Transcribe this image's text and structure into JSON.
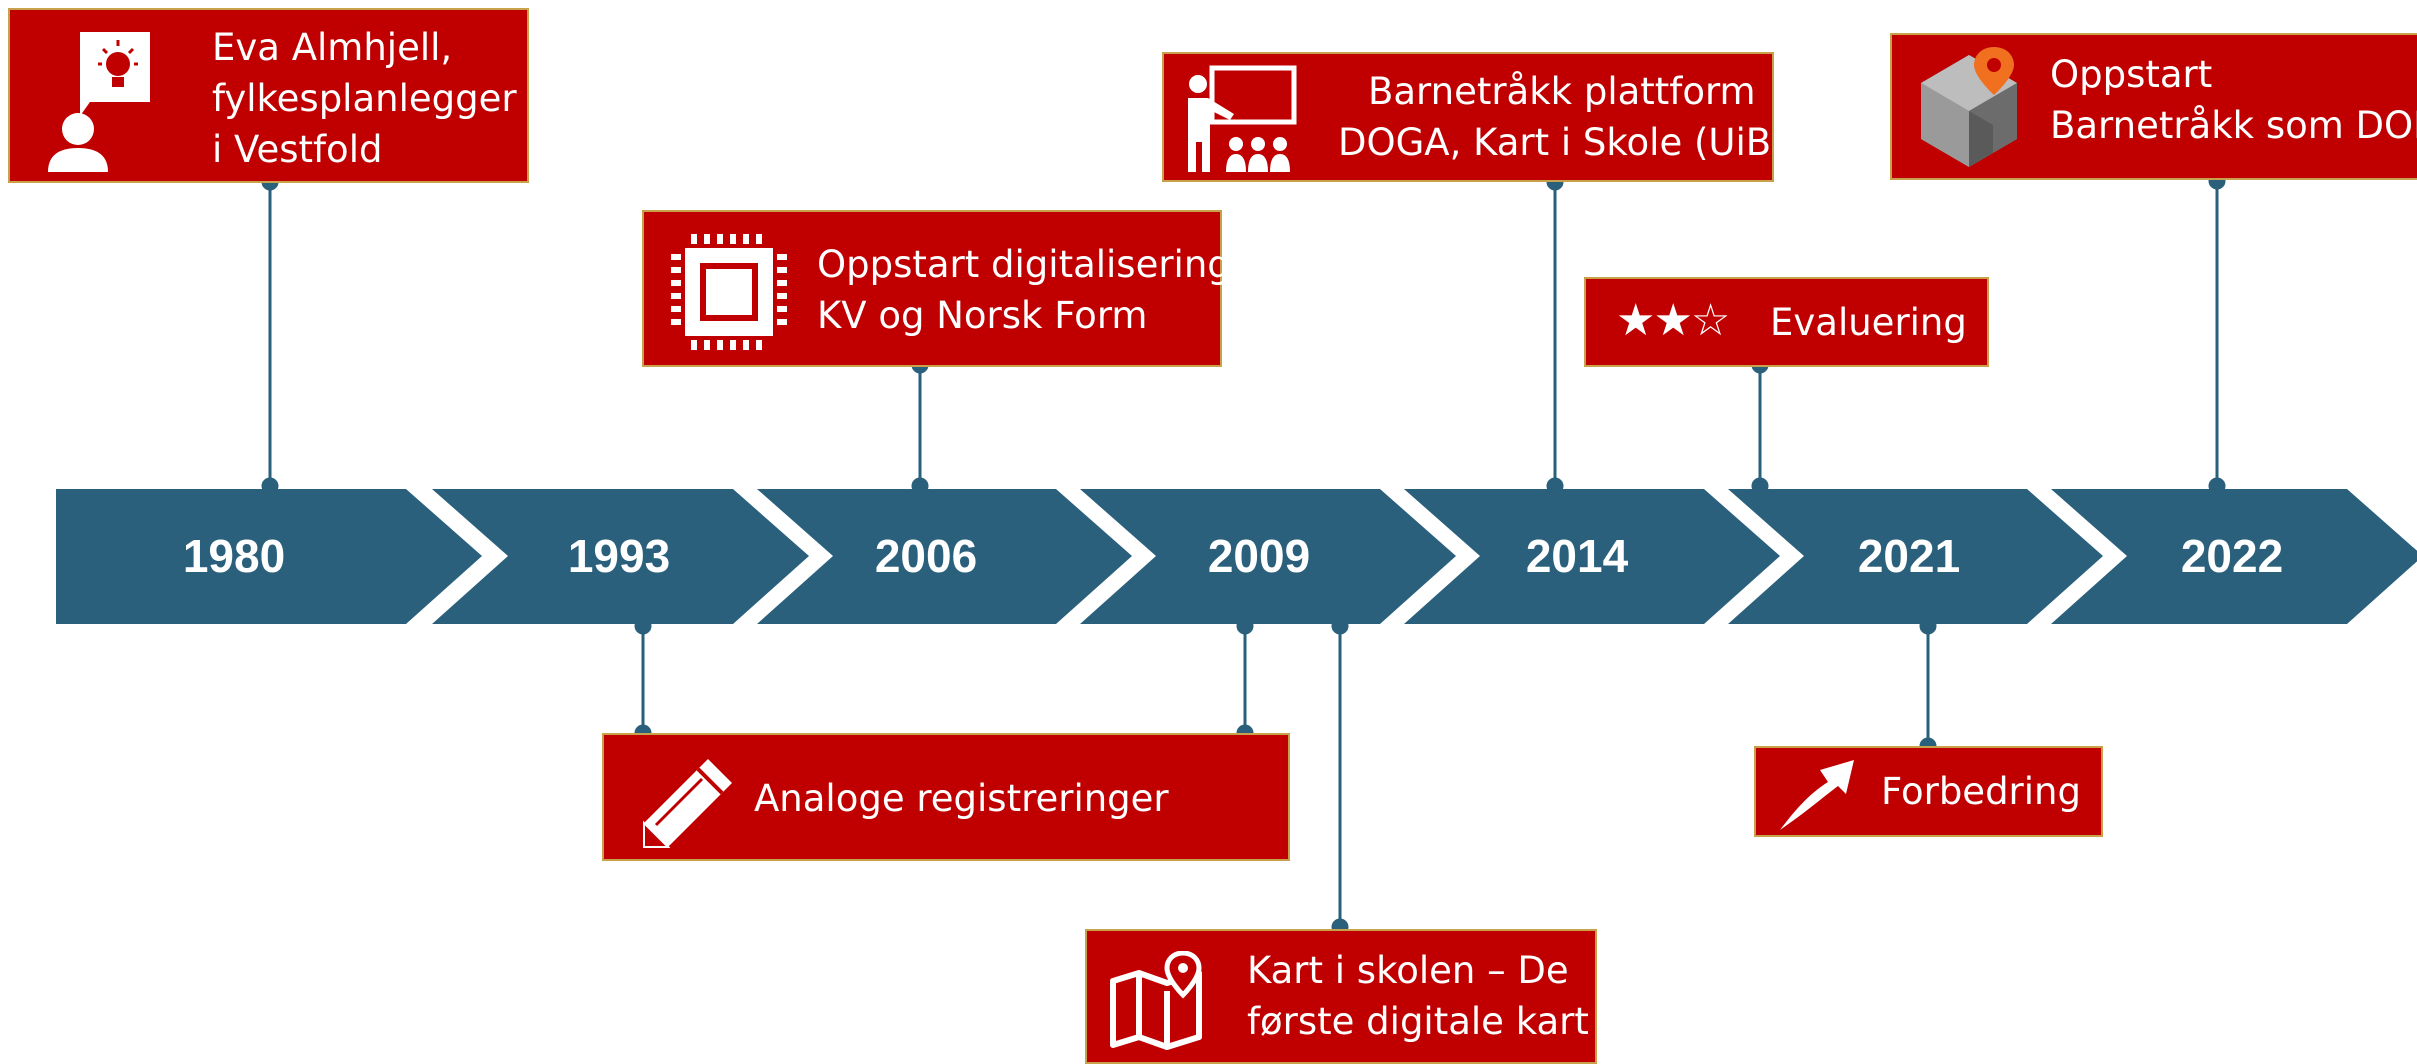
{
  "colors": {
    "arrow": "#2a607c",
    "box": "#c00000",
    "box_border": "#c8a24a",
    "connector": "#2a607c"
  },
  "timeline": {
    "years": [
      "1980",
      "1993",
      "2006",
      "2009",
      "2014",
      "2021",
      "2022"
    ]
  },
  "events": {
    "eva": {
      "icon": "person-idea-icon",
      "lines": [
        "Eva Almhjell,",
        "fylkesplanlegger",
        "i Vestfold"
      ]
    },
    "digitalisering": {
      "icon": "chip-icon",
      "lines": [
        "Oppstart digitalisering",
        "KV og Norsk Form"
      ]
    },
    "plattform": {
      "icon": "presentation-icon",
      "lines": [
        "Barnetråkk plattform",
        "DOGA, Kart i Skole (UiB)"
      ]
    },
    "evaluering": {
      "icon": "rating-stars-icon",
      "stars": "★★☆",
      "label": "Evaluering",
      "rating": "2 of 3"
    },
    "dok": {
      "icon": "dok-logo-icon",
      "lines": [
        "Oppstart",
        "Barnetråkk som DOK"
      ]
    },
    "analoge": {
      "icon": "pencil-icon",
      "label": "Analoge registreringer"
    },
    "kart": {
      "icon": "map-pin-icon",
      "lines": [
        "Kart i skolen – De",
        "første digitale kart"
      ]
    },
    "forbedring": {
      "icon": "arrow-up-right-icon",
      "label": "Forbedring"
    }
  }
}
